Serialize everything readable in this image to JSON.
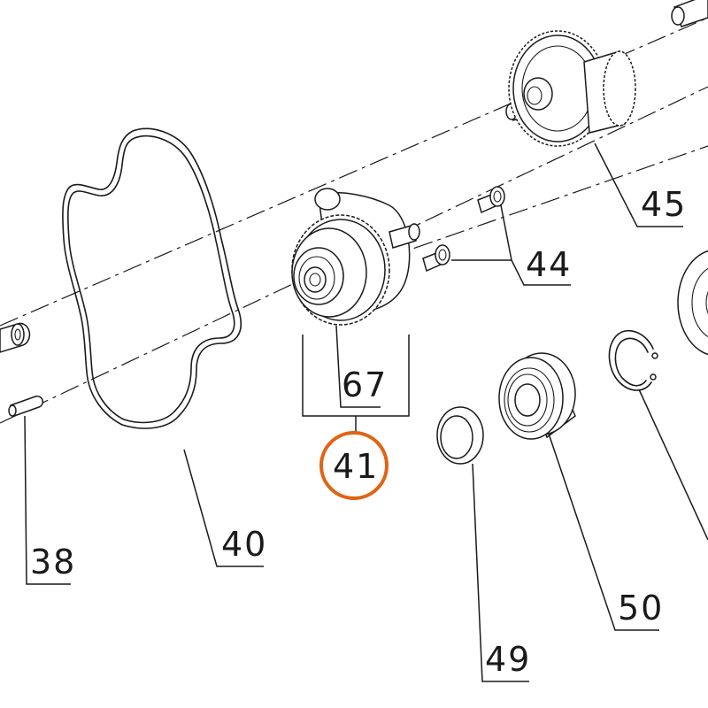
{
  "labels": {
    "p38": "38",
    "p40": "40",
    "p41": "41",
    "p44": "44",
    "p45": "45",
    "p49": "49",
    "p50": "50",
    "p67": "67"
  },
  "colors": {
    "line": "#1a1a1a",
    "highlight": "#e06414",
    "background": "#ffffff"
  }
}
